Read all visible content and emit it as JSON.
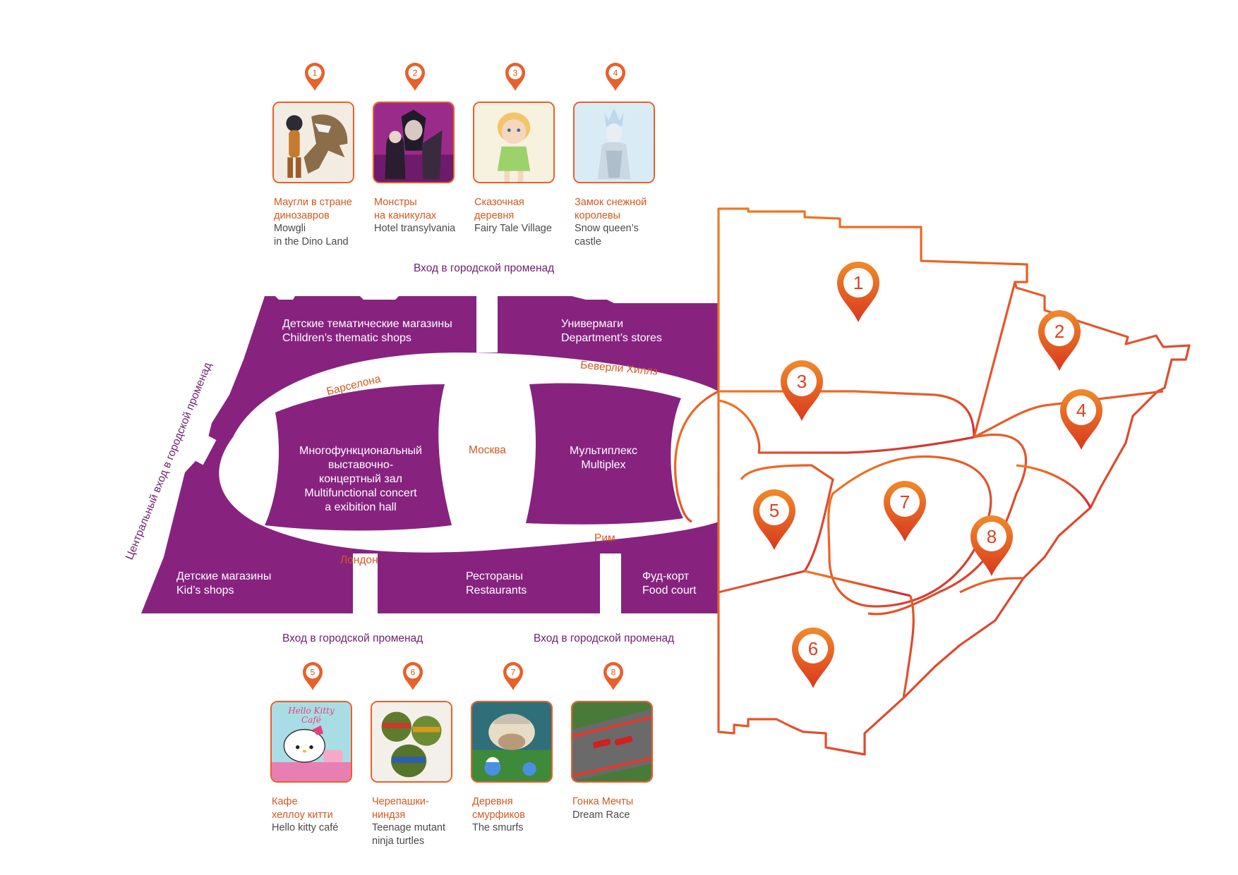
{
  "colors": {
    "purple": "#87237f",
    "orange": "#e8602a",
    "red": "#d23a2a",
    "promenade_text": "#6d1e6f",
    "street_text": "#d2591f"
  },
  "attractions": [
    {
      "num": "1",
      "ru": "Маугли в стране\nдинозавров",
      "en": "Mowgli\nin the Dino Land",
      "icon": "dinosaur-boy-icon"
    },
    {
      "num": "2",
      "ru": "Монстры\nна каникулах",
      "en": "Hotel transylvania",
      "icon": "vampire-icon"
    },
    {
      "num": "3",
      "ru": "Сказочная\nдеревня",
      "en": "Fairy Tale Village",
      "icon": "fairy-girl-icon"
    },
    {
      "num": "4",
      "ru": "Замок снежной\nкоролевы",
      "en": "Snow queen’s\ncastle",
      "icon": "snow-queen-icon"
    },
    {
      "num": "5",
      "ru": "Кафе\nхеллоу китти",
      "en": "Hello kitty café",
      "icon": "hello-kitty-icon"
    },
    {
      "num": "6",
      "ru": "Черепашки-\nниндзя",
      "en": "Teenage mutant\nninja turtles",
      "icon": "ninja-turtle-icon"
    },
    {
      "num": "7",
      "ru": "Деревня\nсмурфиков",
      "en": "The smurfs",
      "icon": "smurf-icon"
    },
    {
      "num": "8",
      "ru": "Гонка Мечты",
      "en": "Dream Race",
      "icon": "race-car-icon"
    }
  ],
  "hello_kitty_sign": "Hello Kitty\nCafé",
  "entrances": {
    "top": "Вход в городской променад",
    "bottom_left": "Вход в городской променад",
    "bottom_right": "Вход в городской променад",
    "central": "Центральный вход в городской променад"
  },
  "halls": {
    "children_thematic": "Детские тематические магазины\nChildren’s  thematic shops",
    "department": "Универмаги\nDepartment’s stores",
    "multifunctional": "Многофункциональный\nвыставочно-\nконцертный зал\nMultifunctional concert\na exibition hall",
    "multiplex": "Мультиплекс\nMultiplex",
    "kids_shops": "Детские магазины\nKid’s shops",
    "restaurants": "Рестораны\nRestaurants",
    "food_court": "Фуд-корт\nFood court"
  },
  "streets": {
    "barcelona": "Барселона",
    "beverly": "Беверли Хиллз",
    "moscow": "Москва",
    "london": "Лондон",
    "rome": "Рим"
  },
  "zones": [
    "1",
    "2",
    "3",
    "4",
    "5",
    "6",
    "7",
    "8"
  ]
}
